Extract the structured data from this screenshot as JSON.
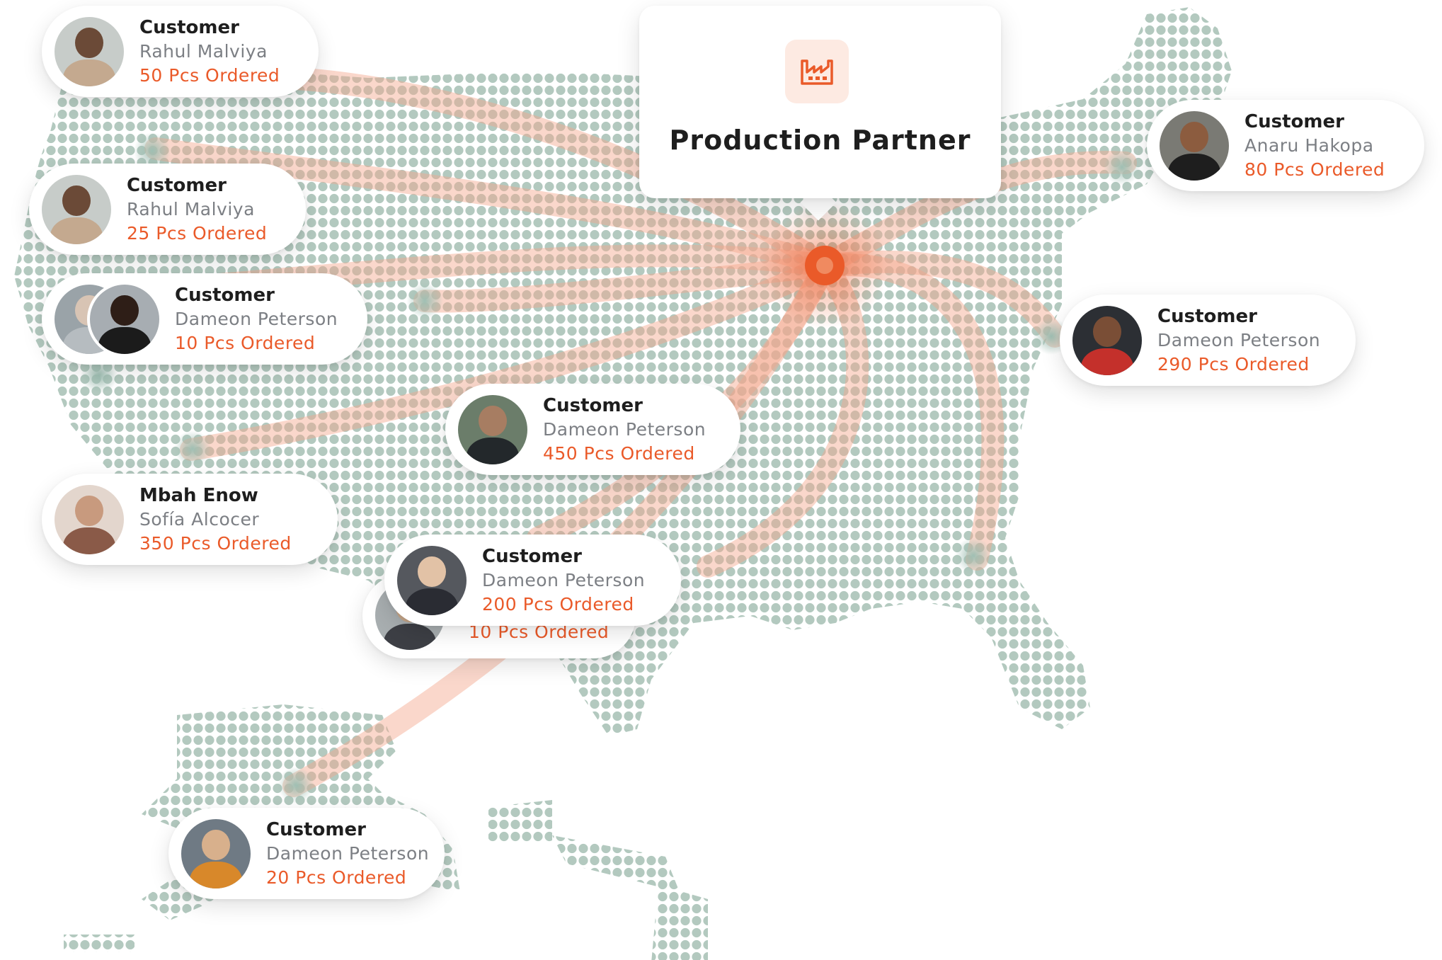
{
  "colors": {
    "dot": "#b3c9bf",
    "hub": "#ea5a29",
    "route": "#f4a78c",
    "name_text": "#7c7f84",
    "qty_text": "#ea5a29"
  },
  "hub_card": {
    "title": "Production Partner",
    "icon": "factory-icon"
  },
  "customers": [
    {
      "role": "Customer",
      "name": "Rahul Malviya",
      "qty": "50 Pcs Ordered"
    },
    {
      "role": "Customer",
      "name": "Rahul Malviya",
      "qty": "25 Pcs Ordered"
    },
    {
      "role": "Customer",
      "name": "Dameon Peterson",
      "qty": "10 Pcs Ordered"
    },
    {
      "role": "Customer",
      "name": "Dameon Peterson",
      "qty": "450 Pcs Ordered"
    },
    {
      "role": "Mbah Enow",
      "name": "Sofía Alcocer",
      "qty": "350 Pcs Ordered"
    },
    {
      "role": "Customer",
      "name": "Dameon Peterson",
      "qty": "200 Pcs Ordered"
    },
    {
      "qty": "10 Pcs Ordered"
    },
    {
      "role": "Customer",
      "name": "Anaru Hakopa",
      "qty": "80 Pcs Ordered"
    },
    {
      "role": "Customer",
      "name": "Dameon Peterson",
      "qty": "290 Pcs Ordered"
    },
    {
      "role": "Customer",
      "name": "Dameon Peterson",
      "qty": "20 Pcs Ordered"
    }
  ]
}
